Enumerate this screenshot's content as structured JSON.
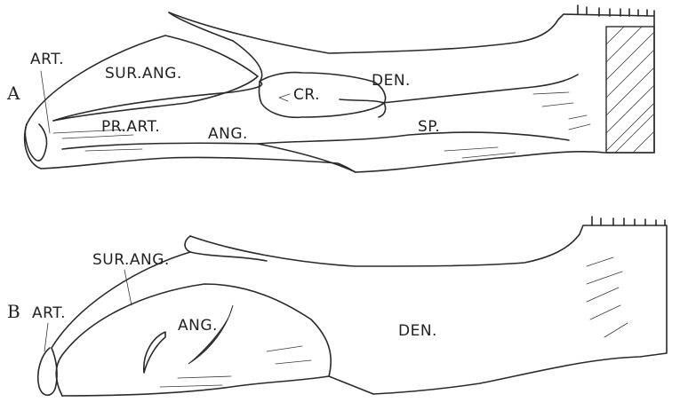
{
  "figure_a": {
    "letter": "A",
    "labels": {
      "articular": "ART.",
      "surangular": "SUR.ANG.",
      "prearticular": "PR.ART.",
      "angular": "ANG.",
      "coronoid": "CR.",
      "dentary": "DEN.",
      "splenial": "SP."
    }
  },
  "figure_b": {
    "letter": "B",
    "labels": {
      "articular": "ART.",
      "surangular": "SUR.ANG.",
      "angular": "ANG.",
      "dentary": "DEN."
    }
  },
  "colors": {
    "ink": "#2a2a2a",
    "paper": "#ffffff"
  }
}
